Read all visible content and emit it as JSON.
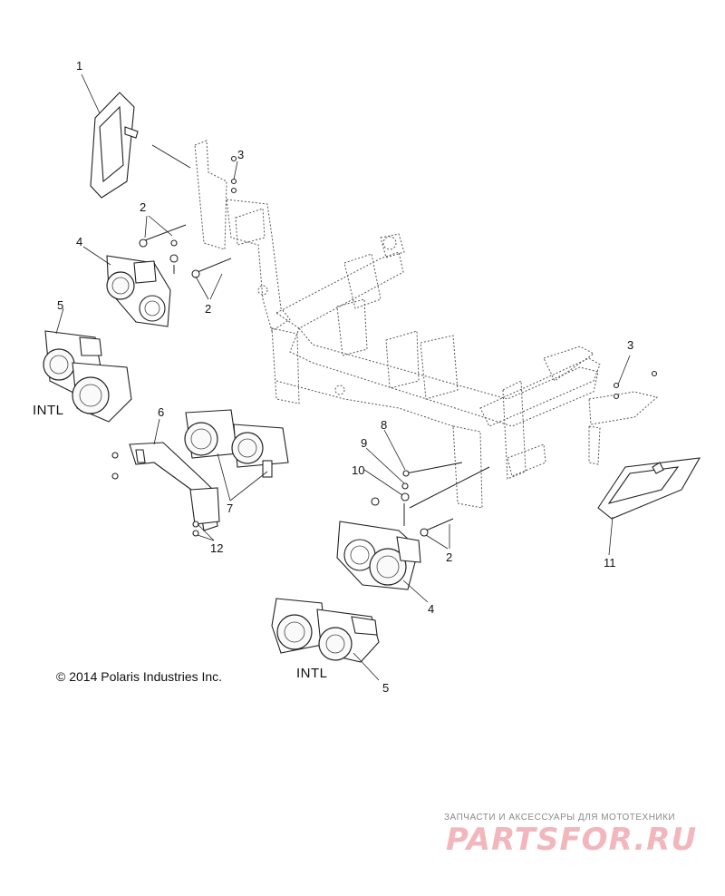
{
  "callouts": [
    {
      "id": "c1",
      "text": "1"
    },
    {
      "id": "c2a",
      "text": "2"
    },
    {
      "id": "c2b",
      "text": "2"
    },
    {
      "id": "c2c",
      "text": "2"
    },
    {
      "id": "c3a",
      "text": "3"
    },
    {
      "id": "c3b",
      "text": "3"
    },
    {
      "id": "c4a",
      "text": "4"
    },
    {
      "id": "c4b",
      "text": "4"
    },
    {
      "id": "c5a",
      "text": "5"
    },
    {
      "id": "c5b",
      "text": "5"
    },
    {
      "id": "c6",
      "text": "6"
    },
    {
      "id": "c7",
      "text": "7"
    },
    {
      "id": "c8",
      "text": "8"
    },
    {
      "id": "c9",
      "text": "9"
    },
    {
      "id": "c10",
      "text": "10"
    },
    {
      "id": "c11",
      "text": "11"
    },
    {
      "id": "c12",
      "text": "12"
    }
  ],
  "intl_labels": [
    "INTL",
    "INTL"
  ],
  "copyright": "© 2014 Polaris Industries Inc.",
  "watermark": {
    "tagline": "ЗАПЧАСТИ И АКСЕССУАРЫ ДЛЯ МОТОТЕХНИКИ",
    "logo": "PARTSFOR.RU"
  }
}
